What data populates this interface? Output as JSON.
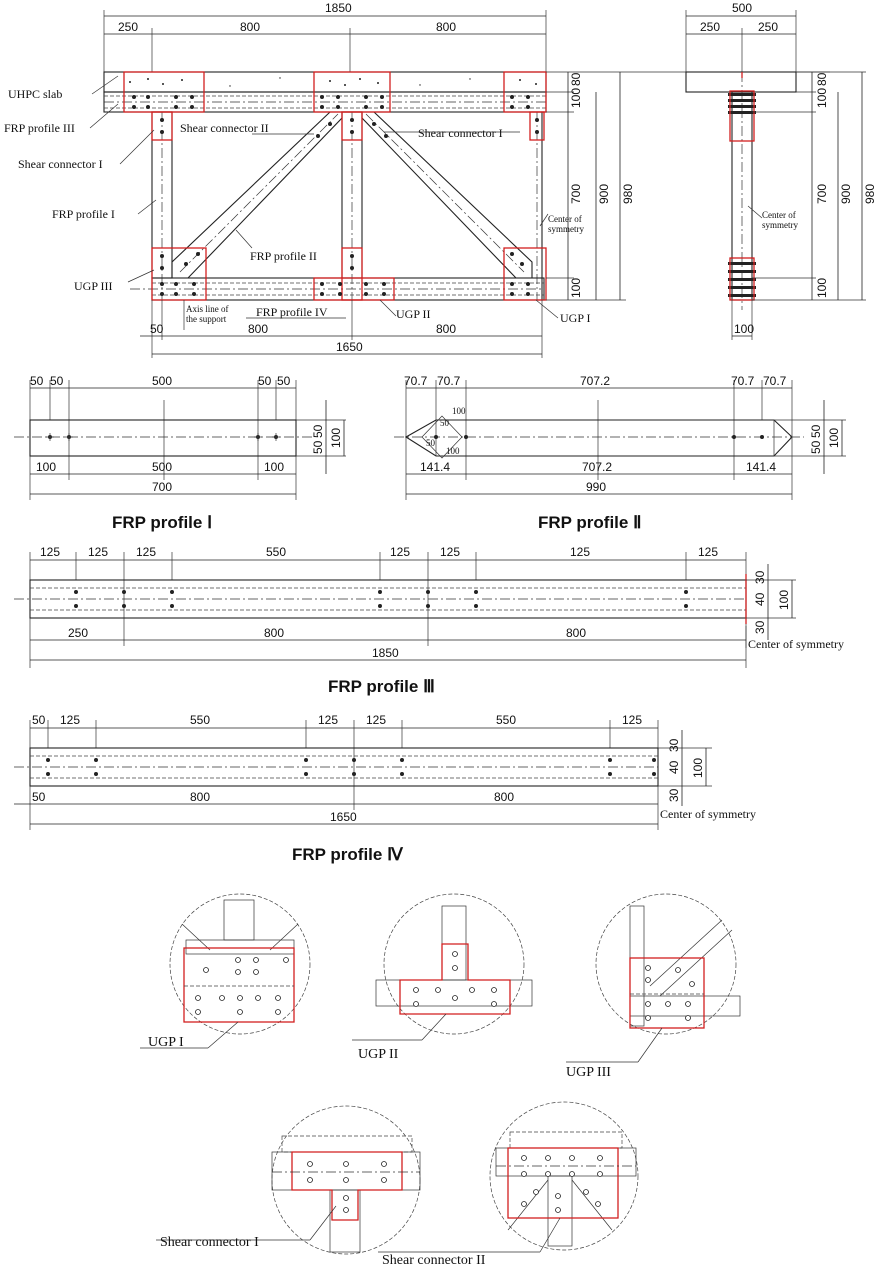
{
  "elevation": {
    "top_dims": {
      "total": "1850",
      "left": "250",
      "mid1": "800",
      "mid2": "800"
    },
    "bottom_dims": {
      "left": "50",
      "mid1": "800",
      "mid2": "800",
      "total": "1650"
    },
    "right_dims": {
      "slab": "80",
      "profile": "100",
      "web": "700",
      "inner": "900",
      "overall": "980",
      "bottom": "100"
    },
    "labels": {
      "slab": "UHPC slab",
      "profile3": "FRP profile III",
      "connector1_left": "Shear connector I",
      "profile1": "FRP profile I",
      "connector2": "Shear connector II",
      "connector1_right": "Shear connector I",
      "profile2": "FRP profile II",
      "center": "Center of symmetry",
      "ugp3": "UGP III",
      "axis1": "Axis line of",
      "axis2": "the support",
      "profile4": "FRP profile IV",
      "ugp2": "UGP II",
      "ugp1": "UGP I"
    }
  },
  "side_view": {
    "top_dims": {
      "total": "500",
      "left": "250",
      "right": "250"
    },
    "right_dims": {
      "slab": "80",
      "profile": "100",
      "web": "700",
      "inner": "900",
      "overall": "980",
      "bottom": "100"
    },
    "bottom_dim": "100",
    "center": "Center of symmetry"
  },
  "profile1": {
    "title": "FRP profile Ⅰ",
    "top": {
      "a": "50",
      "b": "50",
      "c": "500",
      "d": "50",
      "e": "50"
    },
    "bottom": {
      "a": "100",
      "b": "500",
      "c": "100",
      "total": "700"
    },
    "right": {
      "a": "50",
      "b": "50",
      "c": "100"
    }
  },
  "profile2": {
    "title": "FRP profile Ⅱ",
    "top": {
      "a": "70.7",
      "b": "70.7",
      "c": "707.2",
      "d": "70.7",
      "e": "70.7"
    },
    "bottom": {
      "a": "141.4",
      "b": "707.2",
      "c": "141.4",
      "total": "990"
    },
    "right": {
      "a": "50",
      "b": "50",
      "c": "100"
    },
    "diamond": {
      "a": "100",
      "b": "50",
      "c": "50",
      "d": "100"
    }
  },
  "profile3": {
    "title": "FRP profile Ⅲ",
    "top": [
      "125",
      "125",
      "125",
      "550",
      "125",
      "125",
      "125",
      "125"
    ],
    "bottom": {
      "a": "250",
      "b": "800",
      "c": "800",
      "total": "1850"
    },
    "right": {
      "a": "30",
      "b": "40",
      "c": "30",
      "d": "100"
    },
    "center": "Center of symmetry"
  },
  "profile4": {
    "title": "FRP profile Ⅳ",
    "top": [
      "50",
      "125",
      "550",
      "125",
      "125",
      "550",
      "125"
    ],
    "bottom": {
      "a": "50",
      "b": "800",
      "c": "800",
      "total": "1650"
    },
    "right": {
      "a": "30",
      "b": "40",
      "c": "30",
      "d": "100"
    },
    "center": "Center of symmetry"
  },
  "details": {
    "ugp1": "UGP I",
    "ugp2": "UGP II",
    "ugp3": "UGP III",
    "sc1": "Shear connector I",
    "sc2": "Shear connector II"
  },
  "colors": {
    "highlight": "#d21f1f",
    "line": "#222222"
  }
}
